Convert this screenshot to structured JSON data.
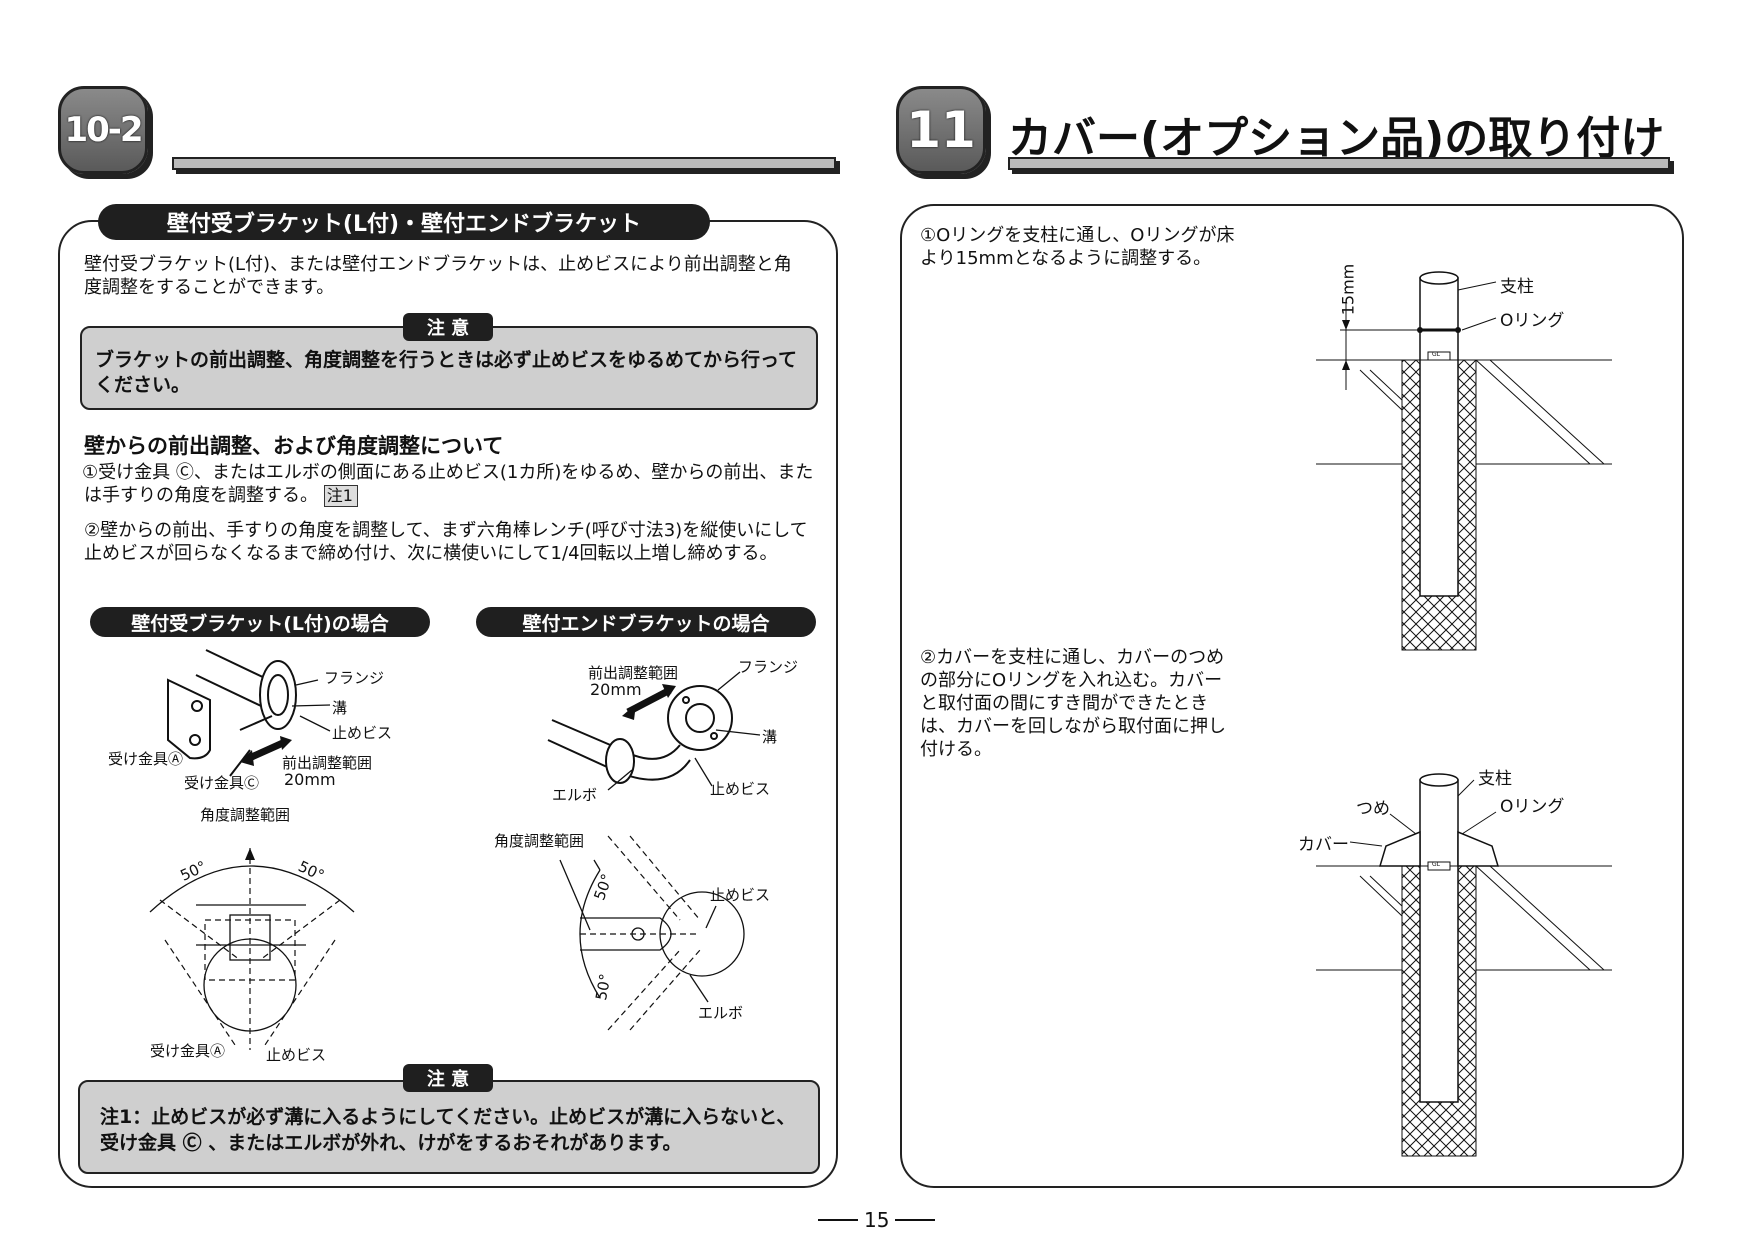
{
  "left": {
    "section_number": "10-2",
    "panel_title": "壁付受ブラケット(L付)・壁付エンドブラケット",
    "intro": "壁付受ブラケット(L付)、または壁付エンドブラケットは、止めビスにより前出調整と角度調整をすることができます。",
    "caution_label": "注 意",
    "caution_text": "ブラケットの前出調整、角度調整を行うときは必ず止めビスをゆるめてから行ってください。",
    "subheading": "壁からの前出調整、および角度調整について",
    "step1": "①受け金具 Ⓒ、またはエルボの側面にある止めビス(1カ所)をゆるめ、壁からの前出、または手すりの角度を調整する。",
    "step1_tag": "注1",
    "step2": "②壁からの前出、手すりの角度を調整して、まず六角棒レンチ(呼び寸法3)を縦使いにして止めビスが回らなくなるまで締め付け、次に横使いにして1/4回転以上増し締めする。",
    "case_a_title": "壁付受ブラケット(L付)の場合",
    "case_b_title": "壁付エンドブラケットの場合",
    "diagram_a": {
      "flange": "フランジ",
      "groove": "溝",
      "set_screw": "止めビス",
      "bracket_a": "受け金具Ⓐ",
      "bracket_c": "受け金具Ⓒ",
      "range_label": "前出調整範囲",
      "range_value": "20mm",
      "angle_range": "角度調整範囲",
      "angle_left": "50°",
      "angle_right": "50°",
      "bottom_bracket": "受け金具Ⓐ",
      "bottom_screw": "止めビス"
    },
    "diagram_b": {
      "range_label": "前出調整範囲",
      "range_value": "20mm",
      "flange": "フランジ",
      "groove": "溝",
      "elbow": "エルボ",
      "set_screw": "止めビス",
      "angle_range": "角度調整範囲",
      "angle_top": "50°",
      "angle_bottom": "50°",
      "set_screw2": "止めビス",
      "elbow2": "エルボ"
    },
    "caution2_label": "注 意",
    "caution2_text": "注1：止めビスが必ず溝に入るようにしてください。止めビスが溝に入らないと、受け金具 Ⓒ 、またはエルボが外れ、けがをするおそれがあります。"
  },
  "right": {
    "section_number": "11",
    "title": "カバー(オプション品)の取り付け",
    "step1": "①Oリングを支柱に通し、Oリングが床より15mmとなるように調整する。",
    "step2": "②カバーを支柱に通し、カバーのつめの部分にOリングを入れ込む。カバーと取付面の間にすき間ができたときは、カバーを回しながら取付面に押し付ける。",
    "fig1": {
      "post": "支柱",
      "oring": "Oリング",
      "dim": "15mm",
      "gl": "GL"
    },
    "fig2": {
      "post": "支柱",
      "claw": "つめ",
      "oring": "Oリング",
      "cover": "カバー",
      "gl": "GL"
    }
  },
  "page_number": "15"
}
